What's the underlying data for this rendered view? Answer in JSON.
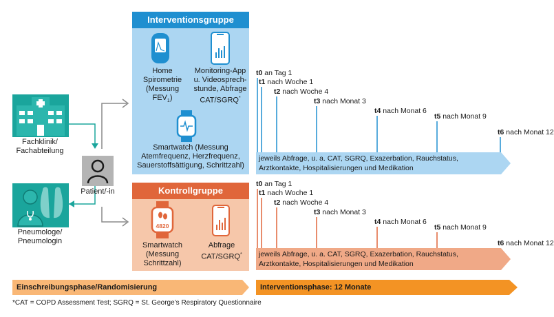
{
  "left": {
    "clinic_label_line1": "Fachklinik/",
    "clinic_label_line2": "Fachabteilung",
    "pneumo_label_line1": "Pneumologe/",
    "pneumo_label_line2": "Pneumologin",
    "patient_label": "Patient/-in"
  },
  "intervention": {
    "title": "Interventionsgruppe",
    "device1_line1": "Home",
    "device1_line2": "Spirometrie",
    "device1_line3": "(Messung FEV",
    "device1_sub": "1",
    "device1_end": ")",
    "device2_line1": "Monitoring-App",
    "device2_line2": "u. Videosprech-",
    "device2_line3": "stunde, Abfrage",
    "device2_line4": "CAT/SGRQ",
    "device2_sup": "*",
    "device3_line1": "Smartwatch (Messung",
    "device3_line2": "Atemfrequenz, Herzfrequenz,",
    "device3_line3": "Sauerstoffsättigung, Schrittzahl)"
  },
  "control": {
    "title": "Kontrollgruppe",
    "watch_display": "4820",
    "device1_line1": "Smartwatch",
    "device1_line2": "(Messung",
    "device1_line3": "Schrittzahl)",
    "device2_line1": "Abfrage",
    "device2_line2": "CAT/SGRQ",
    "device2_sup": "*"
  },
  "timepoints": [
    {
      "code": "t0",
      "text": " an Tag 1"
    },
    {
      "code": "t1",
      "text": " nach Woche 1"
    },
    {
      "code": "t2",
      "text": " nach Woche 4"
    },
    {
      "code": "t3",
      "text": " nach Monat 3"
    },
    {
      "code": "t4",
      "text": " nach Monat 6"
    },
    {
      "code": "t5",
      "text": " nach Monat 9"
    },
    {
      "code": "t6",
      "text": " nach Monat 12"
    }
  ],
  "band": {
    "line1": "jeweils Abfrage, u. a. CAT, SGRQ, Exazerbation, Rauchstatus,",
    "line2": "Arztkontakte, Hospitalisierungen und Medikation"
  },
  "phases": {
    "left": "Einschreibungsphase/Randomisierung",
    "right": "Interventionsphase: 12 Monate"
  },
  "footnote": "*CAT = COPD Assessment Test; SGRQ = St. George’s Respiratory Questionnaire",
  "colors": {
    "blue_dark": "#1f8fd0",
    "blue_light": "#acd6f2",
    "orange_dark": "#e0663a",
    "orange_light": "#f6c7aa",
    "teal": "#1aa59c",
    "phase_left": "#f9b776",
    "phase_right": "#f39324"
  }
}
